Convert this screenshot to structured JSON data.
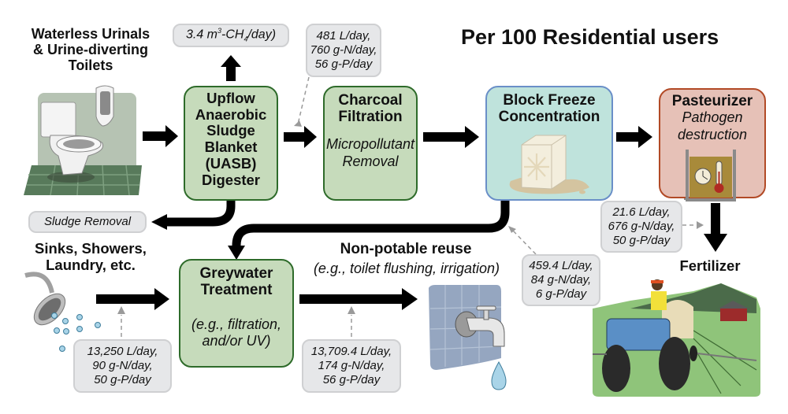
{
  "title": "Per 100 Residential users",
  "sources": {
    "toilets": {
      "label": "Waterless Urinals & Urine-diverting Toilets",
      "lines": [
        "Waterless Urinals",
        "& Urine-diverting",
        "Toilets"
      ]
    },
    "greywater": {
      "label": "Sinks, Showers, Laundry, etc.",
      "lines": [
        "Sinks, Showers,",
        "Laundry, etc."
      ]
    }
  },
  "processes": {
    "uasb": {
      "title_lines": [
        "Upflow",
        "Anaerobic",
        "Sludge",
        "Blanket",
        "(UASB)",
        "Digester"
      ]
    },
    "charcoal": {
      "title_lines": [
        "Charcoal",
        "Filtration"
      ],
      "subtitle_lines": [
        "Micropollutant",
        "Removal"
      ]
    },
    "freeze": {
      "title_lines": [
        "Block Freeze",
        "Concentration"
      ]
    },
    "pasteurizer": {
      "title_lines": [
        "Pasteurizer"
      ],
      "subtitle_lines": [
        "Pathogen",
        "destruction"
      ]
    },
    "greywater_treatment": {
      "title_lines": [
        "Greywater",
        "Treatment"
      ],
      "subtitle_lines": [
        "(e.g., filtration,",
        "and/or UV)"
      ]
    }
  },
  "notes": {
    "methane": {
      "prefix": "3.4 m",
      "sup": "3",
      "mid": "-CH",
      "sub": "4",
      "suffix": "/day)"
    },
    "after_uasb": [
      "481 L/day,",
      "760 g-N/day,",
      "56 g-P/day"
    ],
    "sludge": "Sludge Removal",
    "greywater_in": [
      "13,250 L/day,",
      "90 g-N/day,",
      "50 g-P/day"
    ],
    "reuse_out": [
      "13,709.4 L/day,",
      "174 g-N/day,",
      "56 g-P/day"
    ],
    "freeze_out": [
      "459.4 L/day,",
      "84 g-N/day,",
      "6 g-P/day"
    ],
    "fertilizer_out": [
      "21.6 L/day,",
      "676 g-N/day,",
      "50 g-P/day"
    ]
  },
  "outputs": {
    "reuse": {
      "title": "Non-potable reuse",
      "subtitle": "(e.g., toilet flushing, irrigation)"
    },
    "fertilizer": {
      "title": "Fertilizer"
    }
  },
  "colors": {
    "green_box": "#c6dbbb",
    "green_border": "#2e6b2a",
    "blue_box": "#bfe3dc",
    "blue_border": "#6a8fc8",
    "red_box": "#e6c1b7",
    "red_border": "#b24a26",
    "note_bg": "#e6e7e9"
  }
}
